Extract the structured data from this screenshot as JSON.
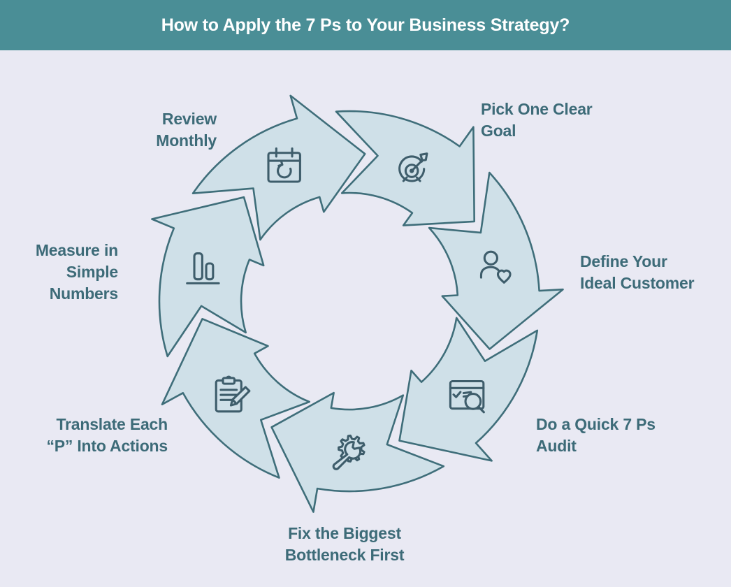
{
  "header": {
    "title": "How to Apply the 7 Ps to Your Business Strategy?"
  },
  "diagram": {
    "type": "circular-cycle",
    "steps": [
      {
        "label": "Pick One Clear\nGoal",
        "icon": "target-dart-icon"
      },
      {
        "label": "Define Your\nIdeal Customer",
        "icon": "person-heart-icon"
      },
      {
        "label": "Do a Quick 7 Ps\nAudit",
        "icon": "audit-magnifier-icon"
      },
      {
        "label": "Fix the Biggest\nBottleneck First",
        "icon": "wrench-gear-icon"
      },
      {
        "label": "Translate Each\n“P” Into Actions",
        "icon": "clipboard-pencil-icon"
      },
      {
        "label": "Measure in\nSimple\nNumbers",
        "icon": "bar-chart-icon"
      },
      {
        "label": "Review\nMonthly",
        "icon": "calendar-refresh-icon"
      }
    ],
    "colors": {
      "header_bg": "#4a8e96",
      "header_text": "#ffffff",
      "page_bg": "#e9e9f3",
      "arrow_fill": "#cfe0e8",
      "arrow_stroke": "#3f6e7a",
      "icon_stroke": "#3e5d6b",
      "label_text": "#3d6b78"
    }
  }
}
